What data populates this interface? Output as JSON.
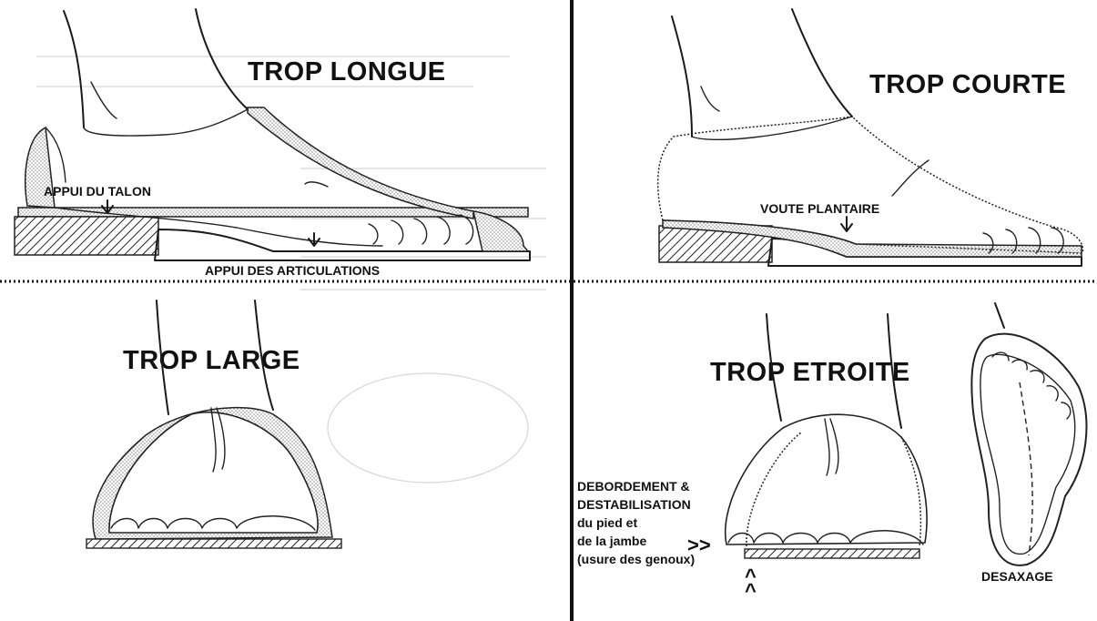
{
  "panels": {
    "top_left": {
      "title": "TROP LONGUE",
      "labels": {
        "heel": "APPUI DU TALON",
        "joints": "APPUI DES ARTICULATIONS"
      }
    },
    "top_right": {
      "title": "TROP COURTE",
      "labels": {
        "arch": "VOUTE PLANTAIRE"
      }
    },
    "bottom_left": {
      "title": "TROP LARGE"
    },
    "bottom_right": {
      "title": "TROP ETROITE",
      "annotation_lines": [
        "DEBORDEMENT &",
        "DESTABILISATION",
        "du pied et",
        "de la jambe",
        "(usure des genoux)"
      ],
      "arrows_right": ">>",
      "arrow_up": "^",
      "sole_label": "DESAXAGE"
    }
  },
  "colors": {
    "ink": "#1a1a1a",
    "paper": "#ffffff",
    "stipple": "#9a9a9a"
  }
}
